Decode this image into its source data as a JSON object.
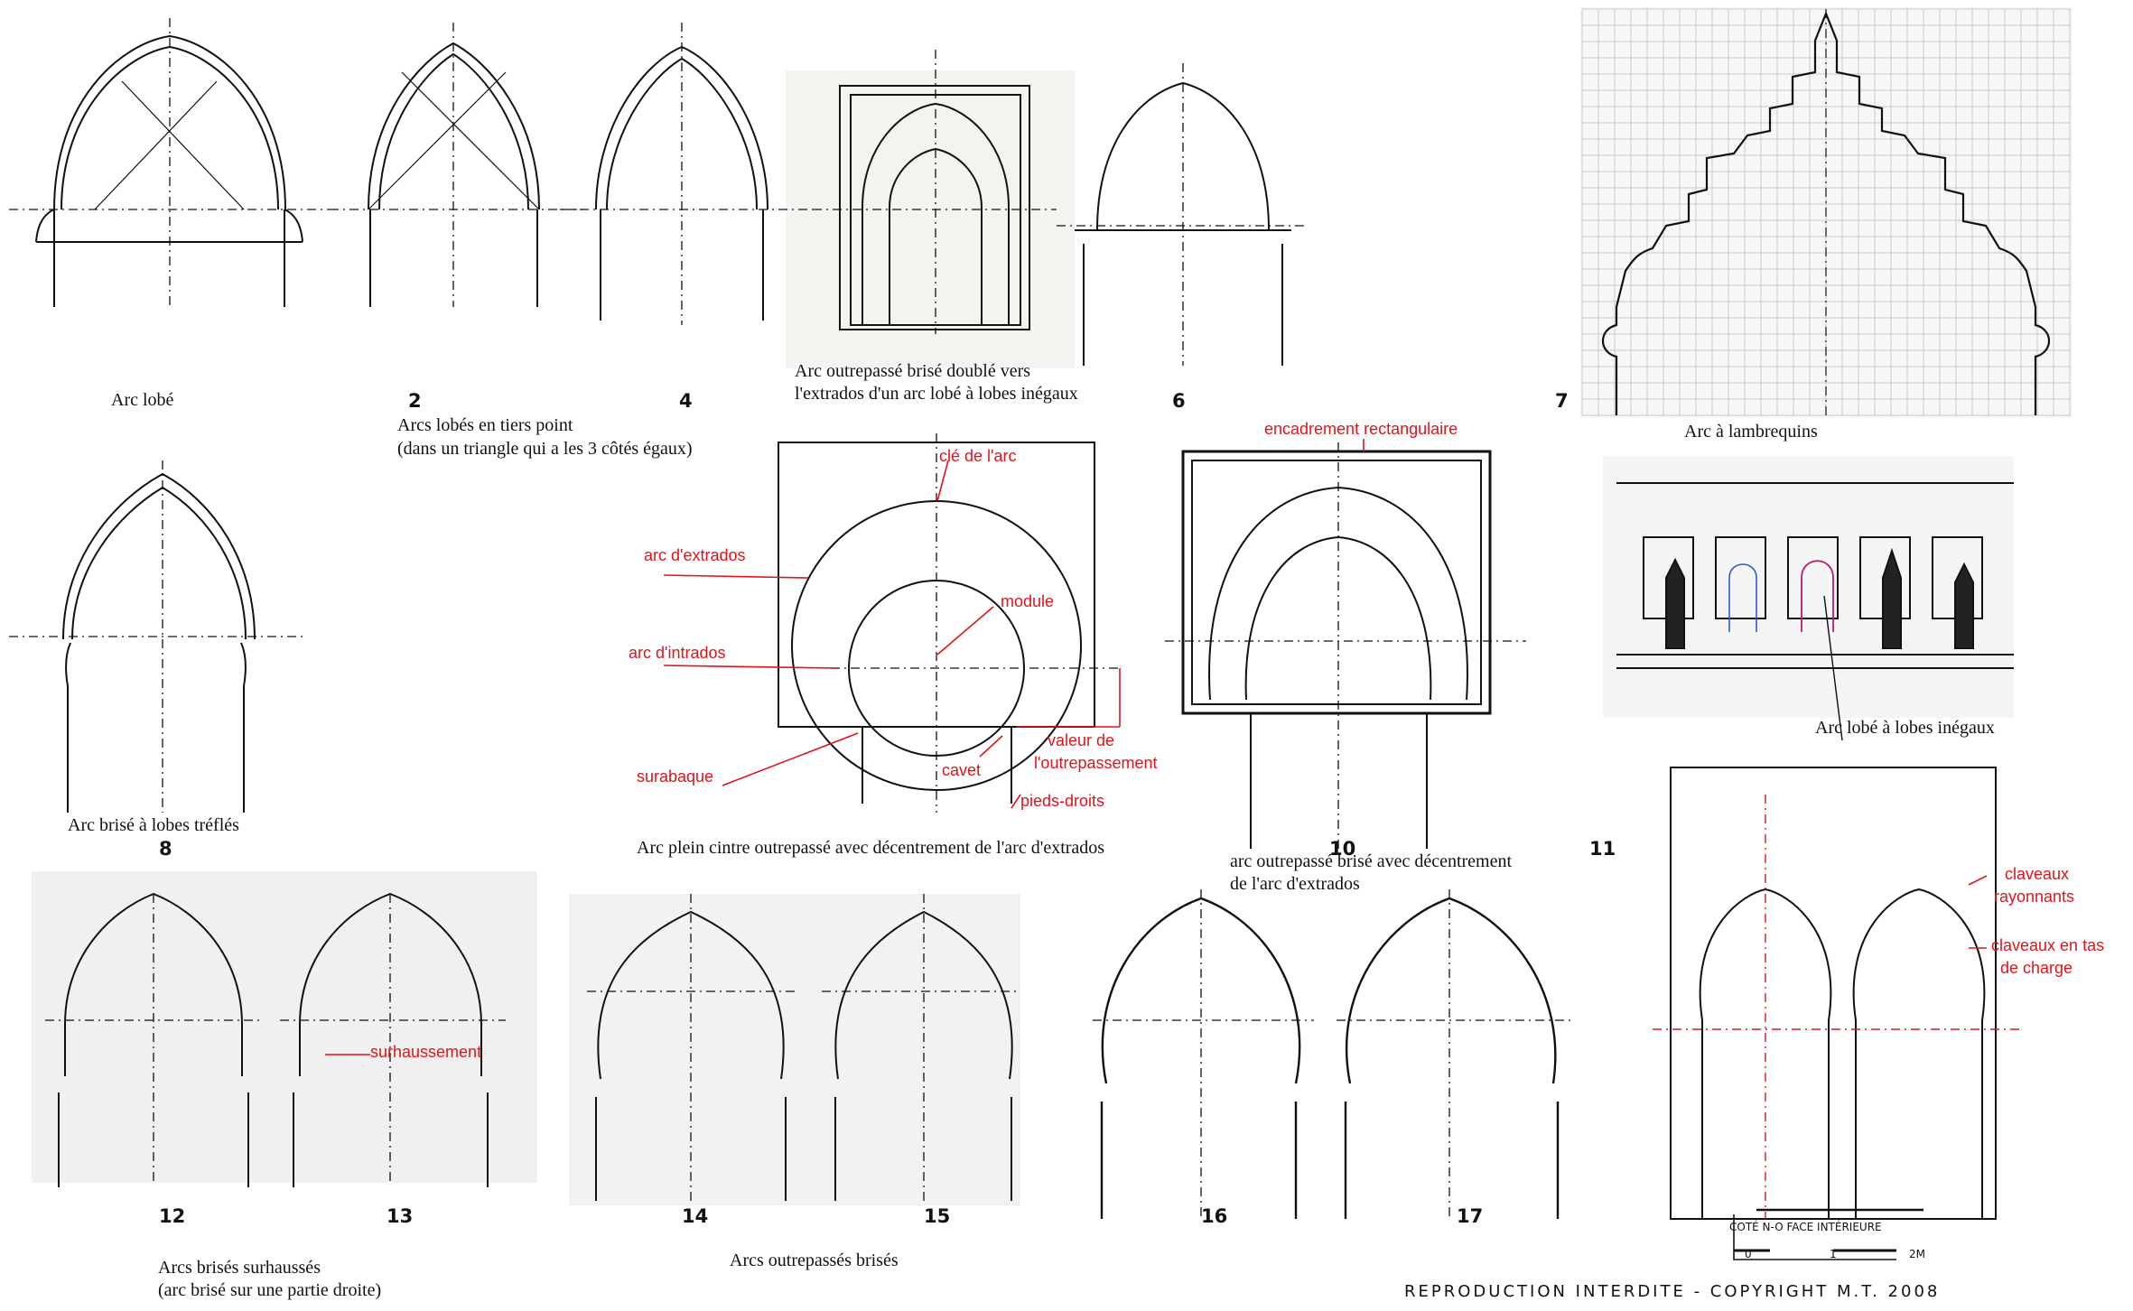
{
  "captions": {
    "arc_lobe": "Arc lobé",
    "arcs_lobes_tiers_1": "Arcs lobés en tiers point",
    "arcs_lobes_tiers_2": "(dans un triangle qui a les 3 côtés égaux)",
    "outrepasse_double_1": "Arc outrepassé brisé doublé vers",
    "outrepasse_double_2": "l'extrados d'un arc lobé à lobes inégaux",
    "lambrequins": "Arc à lambrequins",
    "brise_trefles": "Arc brisé à lobes tréflés",
    "plein_cintre": "Arc plein cintre outrepassé avec décentrement de l'arc d'extrados",
    "outrepasse_decentre_1": "arc outrepassé brisé avec décentrement",
    "outrepasse_decentre_2": "de l'arc d'extrados",
    "lobes_inegaux": "Arc lobé à lobes inégaux",
    "surhausses_1": "Arcs brisés surhaussés",
    "surhausses_2": "(arc brisé sur une partie droite)",
    "outrepasses_brises": "Arcs  outrepassés brisés"
  },
  "numbers": {
    "n2": "2",
    "n4": "4",
    "n6": "6",
    "n7": "7",
    "n8": "8",
    "n10": "10",
    "n11": "11",
    "n12": "12",
    "n13": "13",
    "n14": "14",
    "n15": "15",
    "n16": "16",
    "n17": "17"
  },
  "annotations": {
    "encadrement": "encadrement rectangulaire",
    "cle": "clé de l'arc",
    "extrados": "arc d'extrados",
    "module": "module",
    "intrados": "arc d'intrados",
    "valeur_1": "valeur de",
    "valeur_2": "l'outrepassement",
    "surabaque": "surabaque",
    "cavet": "cavet",
    "pieds": "pieds-droits",
    "claveaux_r1": "claveaux",
    "claveaux_r2": "rayonnants",
    "claveaux_t1": "claveaux en tas",
    "claveaux_t2": "de charge",
    "surhaussement": "surhaussement"
  },
  "scale_labels": {
    "face": "COTÉ  N-O   FACE  INTÉRIEURE",
    "s0": "0",
    "s1": "1",
    "s2": "2M"
  },
  "copyright": "REPRODUCTION INTERDITE - COPYRIGHT M.T. 2008",
  "colors": {
    "annotation": "#e0141a",
    "line": "#111111",
    "magenta": "#e040c0",
    "blue": "#2a5bd7"
  }
}
